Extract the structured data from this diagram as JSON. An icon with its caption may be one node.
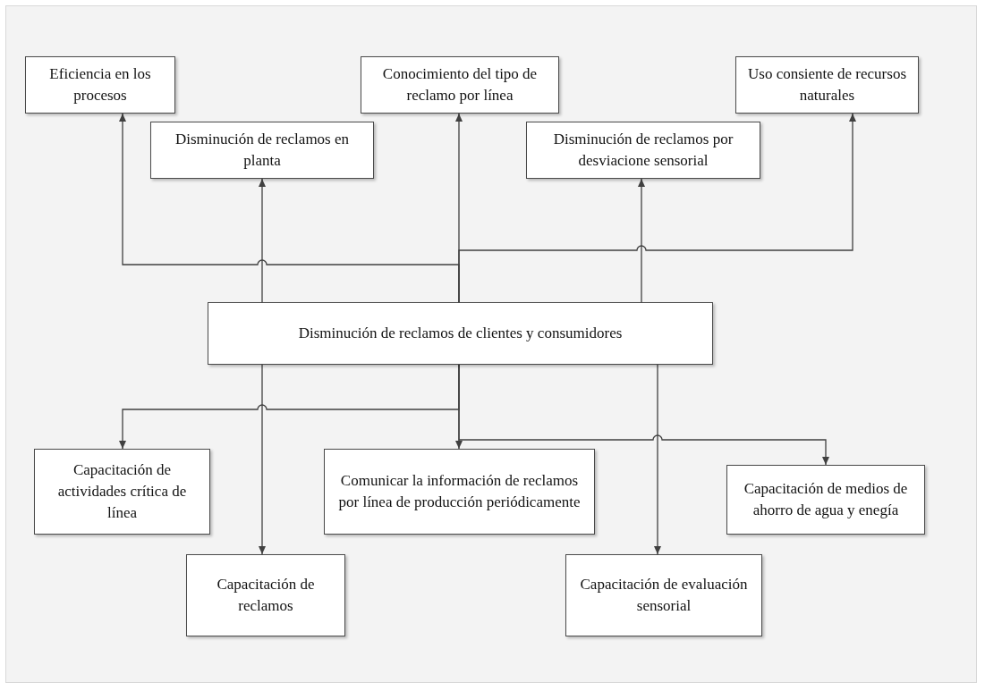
{
  "diagram": {
    "nodes": [
      {
        "text": [
          "Eficiencia en los procesos"
        ]
      },
      {
        "text": [
          "Conocimiento del tipo de reclamo por línea"
        ]
      },
      {
        "text": [
          "Uso consiente de recursos naturales"
        ]
      },
      {
        "text": [
          "Disminución de reclamos en planta"
        ]
      },
      {
        "text": [
          "Disminución de reclamos por desviacione sensorial"
        ]
      },
      {
        "text": [
          "Disminución de reclamos de clientes y consumidores"
        ]
      },
      {
        "text": [
          "Capacitación de actividades crítica de línea"
        ]
      },
      {
        "text": [
          "Comunicar la información de reclamos por línea de producción periódicamente"
        ]
      },
      {
        "text": [
          "Capacitación de medios de ahorro de agua y enegía"
        ]
      },
      {
        "text": [
          "Capacitación de reclamos"
        ]
      },
      {
        "text": [
          "Capacitación de evaluación sensorial"
        ]
      }
    ],
    "edges": [
      {
        "from": 5,
        "to": 0,
        "arrow": "to"
      },
      {
        "from": 5,
        "to": 1,
        "arrow": "to"
      },
      {
        "from": 5,
        "to": 2,
        "arrow": "to"
      },
      {
        "from": 5,
        "to": 3,
        "arrow": "to"
      },
      {
        "from": 5,
        "to": 4,
        "arrow": "to"
      },
      {
        "from": 5,
        "to": 6,
        "arrow": "to"
      },
      {
        "from": 5,
        "to": 7,
        "arrow": "to"
      },
      {
        "from": 5,
        "to": 8,
        "arrow": "to"
      },
      {
        "from": 5,
        "to": 9,
        "arrow": "to"
      },
      {
        "from": 5,
        "to": 10,
        "arrow": "to"
      }
    ]
  }
}
